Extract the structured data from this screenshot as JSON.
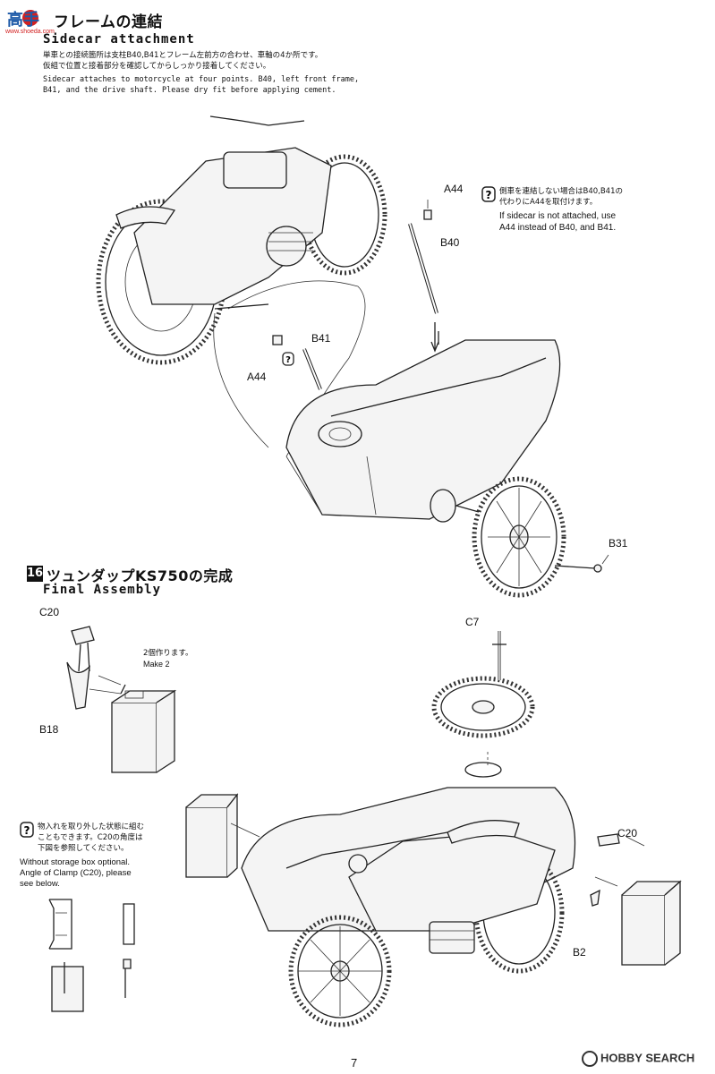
{
  "logo": {
    "text": "高手",
    "subtext": "www.shoeda.com",
    "colors": {
      "primary": "#1e5aa8",
      "accent": "#d22020"
    }
  },
  "step15": {
    "title_jp": "フレームの連結",
    "title_en": "Sidecar attachment",
    "desc_jp_1": "単車との接続箇所は支柱B40,B41とフレーム左前方の合わせ、車軸の4か所です。",
    "desc_jp_2": "仮組で位置と接着部分を確認してからしっかり接着してください。",
    "desc_en_1": "Sidecar attaches to motorcycle at four points. B40, left front frame,",
    "desc_en_2": "B41, and the drive shaft. Please dry fit before applying cement.",
    "note_jp_1": "側車を連結しない場合はB40,B41の",
    "note_jp_2": "代わりにA44を取付けます。",
    "note_en_1": "If sidecar is not attached, use",
    "note_en_2": "A44 instead of B40, and B41.",
    "labels": {
      "a44_top": "A44",
      "b40": "B40",
      "b41": "B41",
      "a44_left": "A44",
      "b31": "B31"
    }
  },
  "step16": {
    "number": "16",
    "title_jp": "ツュンダップKS750の完成",
    "title_en": "Final Assembly",
    "make2_jp": "2個作ります。",
    "make2_en": "Make 2",
    "note_jp_1": "物入れを取り外した状態に組む",
    "note_jp_2": "こともできます。C20の角度は",
    "note_jp_3": "下図を参照してください。",
    "note_en_1": "Without storage box optional.",
    "note_en_2": "Angle of Clamp (C20), please",
    "note_en_3": "see below.",
    "labels": {
      "c20_left": "C20",
      "b18": "B18",
      "c7": "C7",
      "c20_right": "C20",
      "b2": "B2"
    }
  },
  "page_number": "7",
  "watermark": "HOBBY SEARCH",
  "icons": {
    "caution": "caution-icon"
  }
}
